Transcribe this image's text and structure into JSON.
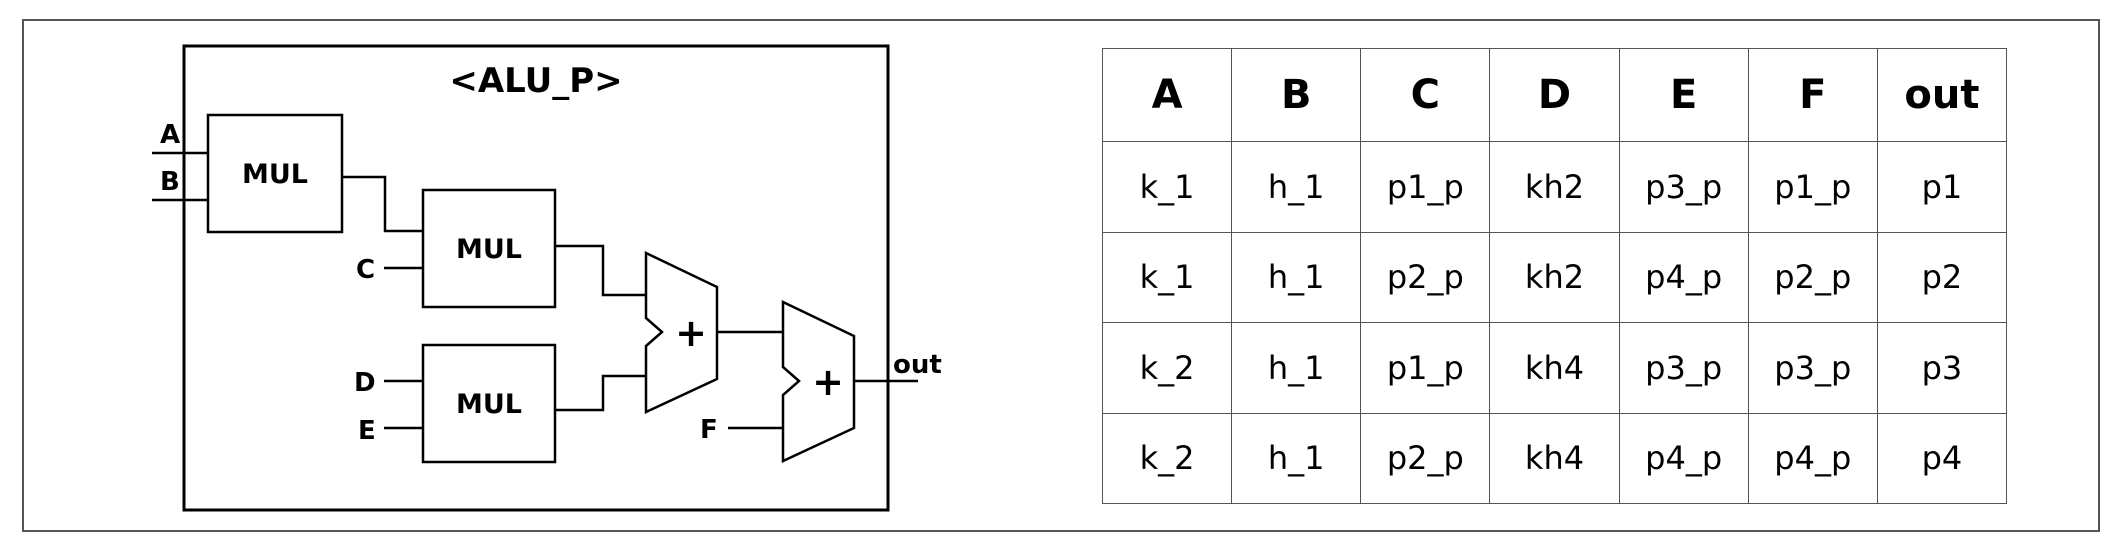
{
  "diagram": {
    "title": "<ALU_P>",
    "inputs": {
      "a": "A",
      "b": "B",
      "c": "C",
      "d": "D",
      "e": "E",
      "f": "F"
    },
    "output": "out",
    "multipliers": [
      "MUL",
      "MUL",
      "MUL"
    ],
    "adders": [
      "+",
      "+"
    ]
  },
  "table": {
    "headers": [
      "A",
      "B",
      "C",
      "D",
      "E",
      "F",
      "out"
    ],
    "rows": [
      [
        "k_1",
        "h_1",
        "p1_p",
        "kh2",
        "p3_p",
        "p1_p",
        "p1"
      ],
      [
        "k_1",
        "h_1",
        "p2_p",
        "kh2",
        "p4_p",
        "p2_p",
        "p2"
      ],
      [
        "k_2",
        "h_1",
        "p1_p",
        "kh4",
        "p3_p",
        "p3_p",
        "p3"
      ],
      [
        "k_2",
        "h_1",
        "p2_p",
        "kh4",
        "p4_p",
        "p4_p",
        "p4"
      ]
    ]
  }
}
